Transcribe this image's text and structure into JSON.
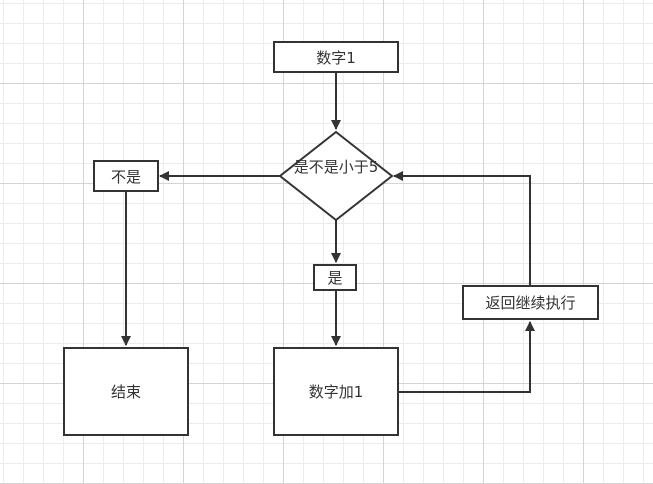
{
  "nodes": {
    "start": "数字1",
    "decision": "是不是小于5",
    "no_label": "不是",
    "yes_label": "是",
    "end": "结束",
    "increment": "数字加1",
    "loop_back": "返回继续执行"
  },
  "colors": {
    "stroke": "#333333",
    "background": "#ffffff",
    "grid_major": "#d4d4d4",
    "grid_minor": "#ececec"
  }
}
